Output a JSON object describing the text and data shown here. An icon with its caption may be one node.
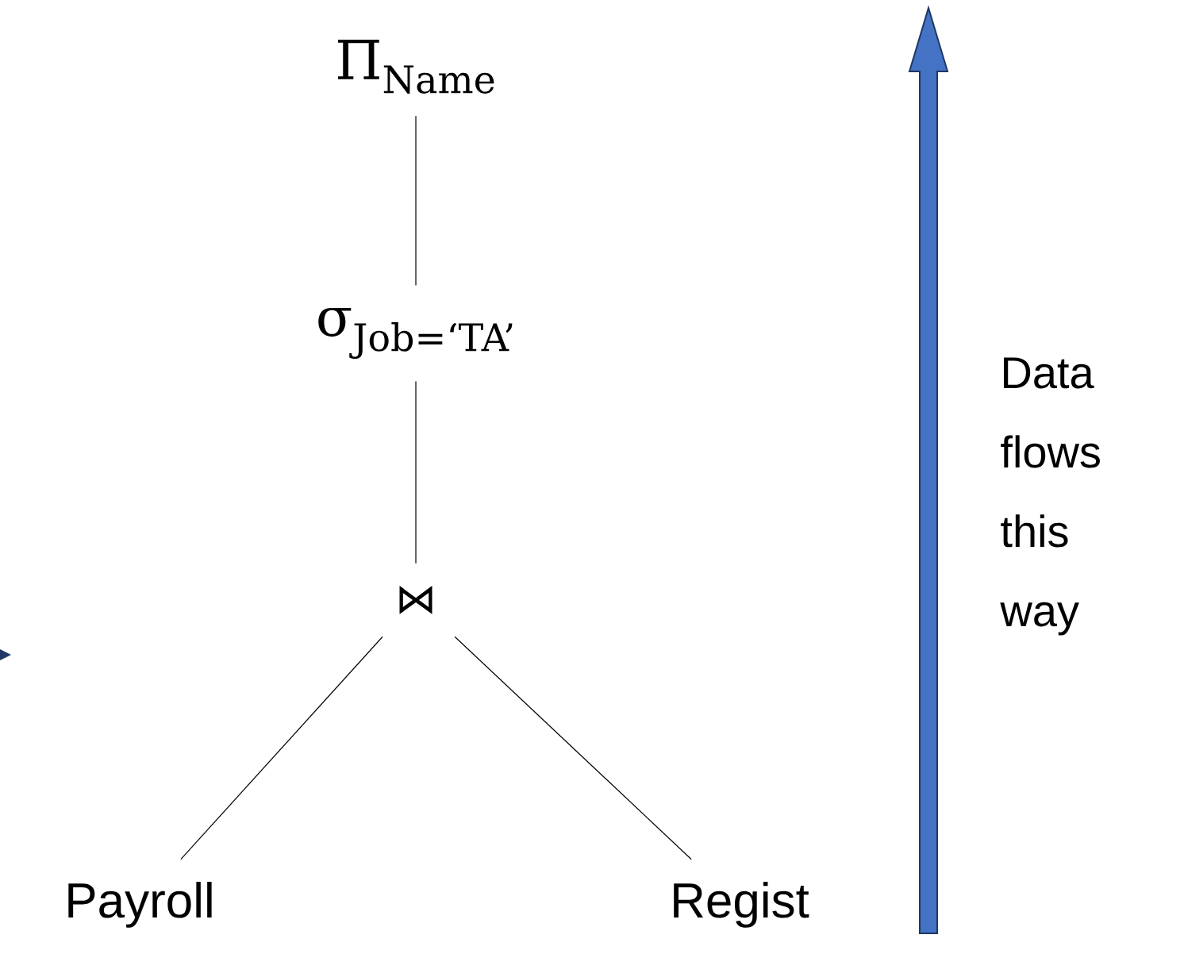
{
  "diagram": {
    "nodes": [
      {
        "text": [
          "Π$_{Name}$"
        ]
      },
      {
        "text": [
          "σ$_{Job=‘TA’}$"
        ]
      },
      {
        "text": [
          "⋈"
        ]
      },
      {
        "text": [
          "Payroll"
        ]
      },
      {
        "text": [
          "Regist"
        ]
      }
    ],
    "edges": [
      {
        "from": 0,
        "to": 1,
        "arrow": "none"
      },
      {
        "from": 1,
        "to": 2,
        "arrow": "none"
      },
      {
        "from": 2,
        "to": 3,
        "arrow": "none"
      },
      {
        "from": 2,
        "to": 4,
        "arrow": "none"
      }
    ],
    "labels": [
      "Data flows this way"
    ]
  }
}
